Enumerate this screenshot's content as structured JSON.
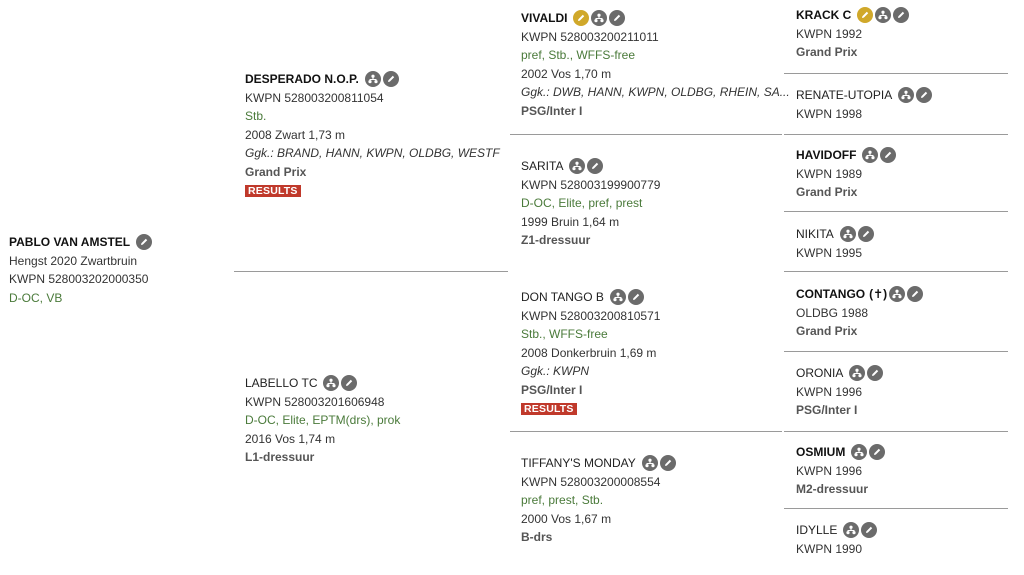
{
  "subject": {
    "name": "PABLO VAN AMSTEL",
    "line1": "Hengst 2020 Zwartbruin",
    "line2": "KWPN 528003202000350",
    "line3": "D-OC, VB"
  },
  "sire": {
    "name": "DESPERADO N.O.P.",
    "reg": "KWPN 528003200811054",
    "titles": "Stb.",
    "birth": "2008 Zwart 1,73 m",
    "ggk": "Ggk.: BRAND, HANN, KWPN, OLDBG, WESTF",
    "level": "Grand Prix",
    "results": "RESULTS"
  },
  "dam": {
    "name": "LABELLO TC",
    "reg": "KWPN 528003201606948",
    "titles": "D-OC, Elite, EPTM(drs), prok",
    "birth": "2016 Vos 1,74 m",
    "level": "L1-dressuur"
  },
  "ss": {
    "name": "VIVALDI",
    "reg": "KWPN 528003200211011",
    "titles": "pref, Stb., WFFS-free",
    "birth": "2002 Vos 1,70 m",
    "ggk": "Ggk.: DWB, HANN, KWPN, OLDBG, RHEIN, SA...",
    "level": "PSG/Inter I"
  },
  "sd": {
    "name": "SARITA",
    "reg": "KWPN 528003199900779",
    "titles": "D-OC, Elite, pref, prest",
    "birth": "1999 Bruin 1,64 m",
    "level": "Z1-dressuur"
  },
  "ds": {
    "name": "DON TANGO B",
    "reg": "KWPN 528003200810571",
    "titles": "Stb., WFFS-free",
    "birth": "2008 Donkerbruin 1,69 m",
    "ggk": "Ggk.: KWPN",
    "level": "PSG/Inter I",
    "results": "RESULTS"
  },
  "dd": {
    "name": "TIFFANY'S MONDAY",
    "reg": "KWPN 528003200008554",
    "titles": "pref, prest, Stb.",
    "birth": "2000 Vos 1,67 m",
    "level": "B-drs"
  },
  "g": [
    {
      "name": "KRACK C",
      "reg": "KWPN 1992",
      "level": "Grand Prix"
    },
    {
      "name": "RENATE-UTOPIA",
      "reg": "KWPN 1998"
    },
    {
      "name": "HAVIDOFF",
      "reg": "KWPN 1989",
      "level": "Grand Prix"
    },
    {
      "name": "NIKITA",
      "reg": "KWPN 1995"
    },
    {
      "name": "CONTANGO",
      "cross": "(✝)",
      "reg": "OLDBG 1988",
      "level": "Grand Prix"
    },
    {
      "name": "ORONIA",
      "reg": "KWPN 1996",
      "level": "PSG/Inter I"
    },
    {
      "name": "OSMIUM",
      "reg": "KWPN 1996",
      "level": "M2-dressuur"
    },
    {
      "name": "IDYLLE",
      "reg": "KWPN 1990"
    }
  ]
}
